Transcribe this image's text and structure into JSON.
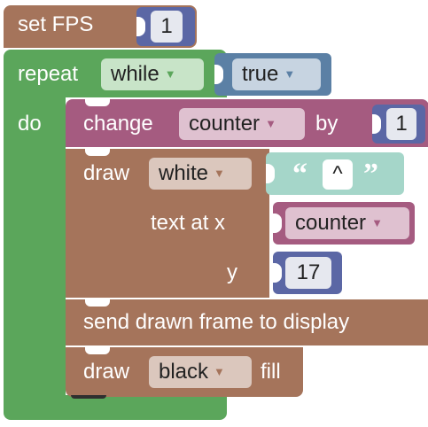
{
  "blocks": {
    "set_fps": {
      "label": "set FPS",
      "value": "1"
    },
    "repeat": {
      "label": "repeat",
      "mode": "while",
      "condition": "true",
      "do_label": "do"
    },
    "change": {
      "label": "change",
      "variable": "counter",
      "by_label": "by",
      "amount": "1"
    },
    "draw_text": {
      "label": "draw",
      "color": "white",
      "open_quote": "“",
      "text": "^",
      "close_quote": "”",
      "x_label": "text at x",
      "x_value": "counter",
      "y_label": "y",
      "y_value": "17"
    },
    "send_frame": {
      "label": "send drawn frame to display"
    },
    "draw_fill": {
      "label": "draw",
      "color": "black",
      "fill_label": "fill"
    }
  },
  "colors": {
    "display": "#a5745b",
    "loop": "#5ba65b",
    "logic": "#5b80a5",
    "variable": "#a55b80",
    "text": "#a5d6c9",
    "math": "#5b67a5",
    "field_number": "#e6e8ef"
  }
}
